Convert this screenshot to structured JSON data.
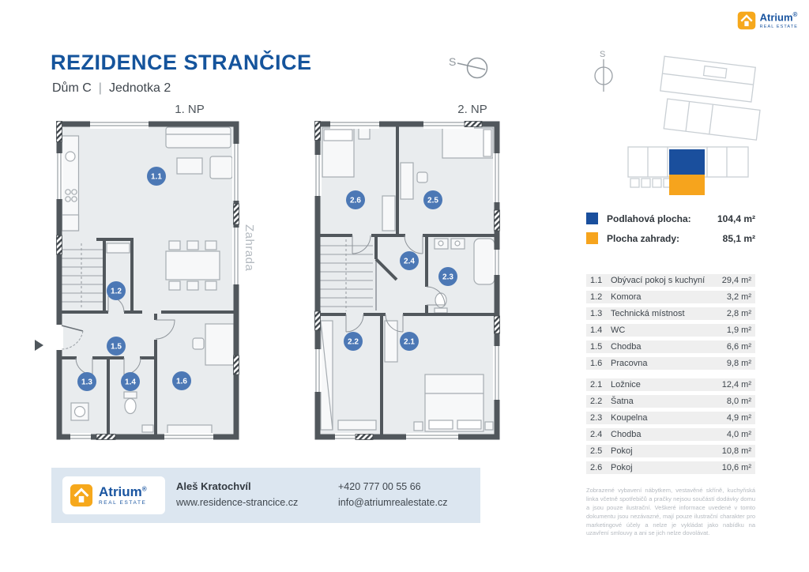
{
  "header": {
    "title": "REZIDENCE STRANČICE",
    "subtitle_house": "Dům C",
    "subtitle_separator": "|",
    "subtitle_unit": "Jednotka 2"
  },
  "brand": {
    "name": "Atrium",
    "reg": "®",
    "tagline": "REAL ESTATE"
  },
  "compass": {
    "label": "S"
  },
  "plans": {
    "np1": {
      "label": "1. NP",
      "rooms": [
        {
          "id": "1.1"
        },
        {
          "id": "1.2"
        },
        {
          "id": "1.3"
        },
        {
          "id": "1.4"
        },
        {
          "id": "1.5"
        },
        {
          "id": "1.6"
        }
      ]
    },
    "np2": {
      "label": "2. NP",
      "rooms": [
        {
          "id": "2.1"
        },
        {
          "id": "2.2"
        },
        {
          "id": "2.3"
        },
        {
          "id": "2.4"
        },
        {
          "id": "2.5"
        },
        {
          "id": "2.6"
        }
      ]
    },
    "garden_label": "Zahrada"
  },
  "summary": {
    "floor_area_label": "Podlahová plocha:",
    "floor_area_value": "104,4 m²",
    "garden_area_label": "Plocha zahrady:",
    "garden_area_value": "85,1 m²"
  },
  "areas": {
    "rows": [
      {
        "id": "1.1",
        "name": "Obývací pokoj s kuchyní",
        "area": "29,4 m²"
      },
      {
        "id": "1.2",
        "name": "Komora",
        "area": "3,2 m²"
      },
      {
        "id": "1.3",
        "name": "Technická místnost",
        "area": "2,8 m²"
      },
      {
        "id": "1.4",
        "name": "WC",
        "area": "1,9 m²"
      },
      {
        "id": "1.5",
        "name": "Chodba",
        "area": "6,6 m²"
      },
      {
        "id": "1.6",
        "name": "Pracovna",
        "area": "9,8 m²"
      },
      {
        "id": "2.1",
        "name": "Ložnice",
        "area": "12,4 m²"
      },
      {
        "id": "2.2",
        "name": "Šatna",
        "area": "8,0 m²"
      },
      {
        "id": "2.3",
        "name": "Koupelna",
        "area": "4,9 m²"
      },
      {
        "id": "2.4",
        "name": "Chodba",
        "area": "4,0 m²"
      },
      {
        "id": "2.5",
        "name": "Pokoj",
        "area": "10,8 m²"
      },
      {
        "id": "2.6",
        "name": "Pokoj",
        "area": "10,6 m²"
      }
    ]
  },
  "disclaimer": {
    "text": "Zobrazené vybavení nábytkem, vestavěné skříně, kuchyňská linka včetně spotřebičů a pračky nejsou součástí dodávky domu a jsou pouze ilustrační. Veškeré informace uvedené v tomto dokumentu jsou nezávazné, mají pouze ilustrační charakter pro marketingové účely a nelze je vykládat jako nabídku na uzavření smlouvy a ani se jich nelze dovolávat."
  },
  "footer": {
    "agent_name": "Aleš Kratochvíl",
    "website": "www.residence-strancice.cz",
    "phone": "+420 777 00 55 66",
    "email": "info@atriumrealestate.cz"
  },
  "colors": {
    "brand_blue": "#15549c",
    "brand_yellow": "#f6a81c",
    "floor_area_blue": "#1a4f9d",
    "garden_orange": "#f6a41d",
    "badge_blue": "#4c78b5"
  }
}
